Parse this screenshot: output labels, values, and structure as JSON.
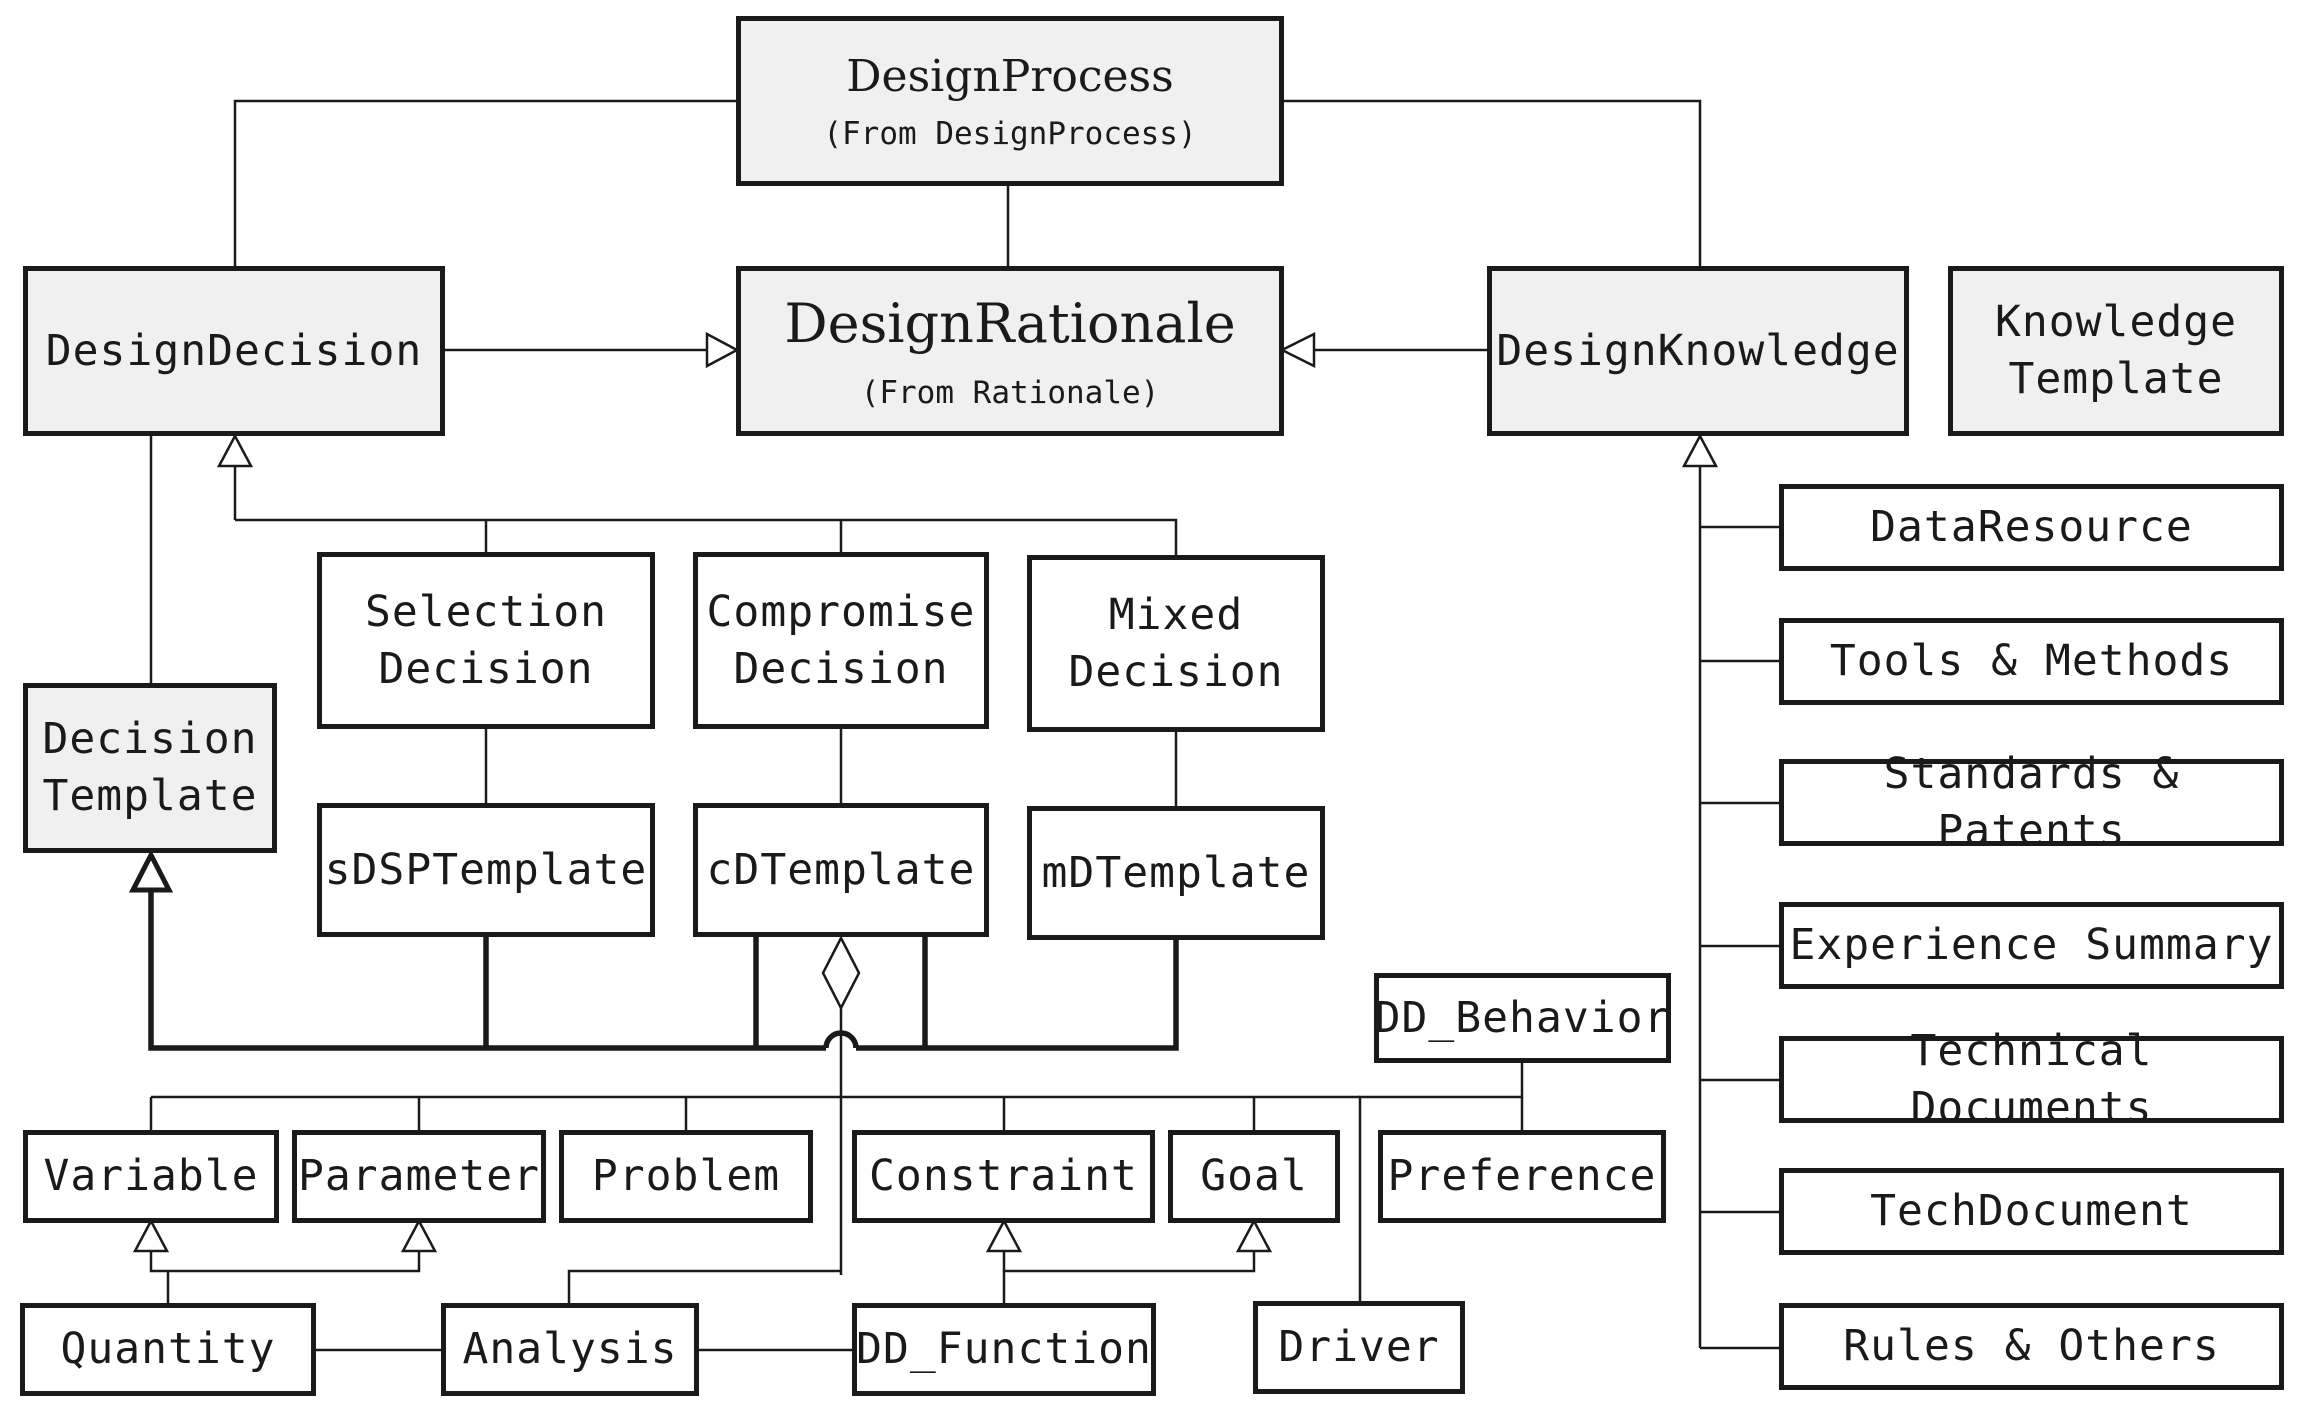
{
  "nodes": {
    "design_process": {
      "title": "DesignProcess",
      "subtitle": "(From DesignProcess)"
    },
    "design_rationale": {
      "title": "DesignRationale",
      "subtitle": "(From Rationale)"
    },
    "design_decision": "DesignDecision",
    "design_knowledge": "DesignKnowledge",
    "knowledge_template": "Knowledge\nTemplate",
    "decision_template": "Decision\nTemplate",
    "selection_decision": "Selection\nDecision",
    "compromise_decision": "Compromise\nDecision",
    "mixed_decision": "Mixed\nDecision",
    "sdsp_template": "sDSPTemplate",
    "cd_template": "cDTemplate",
    "md_template": "mDTemplate",
    "dd_behavior": "DD_Behavior",
    "variable": "Variable",
    "parameter": "Parameter",
    "problem": "Problem",
    "constraint": "Constraint",
    "goal": "Goal",
    "preference": "Preference",
    "quantity": "Quantity",
    "analysis": "Analysis",
    "dd_function": "DD_Function",
    "driver": "Driver"
  },
  "knowledge_items": [
    "DataResource",
    "Tools & Methods",
    "Standards & Patents",
    "Experience Summary",
    "Technical Documents",
    "TechDocument",
    "Rules & Others"
  ],
  "colors": {
    "line": "#1a1a1a",
    "box_fill": "#ffffff",
    "header_fill": "#f0f0f0"
  }
}
